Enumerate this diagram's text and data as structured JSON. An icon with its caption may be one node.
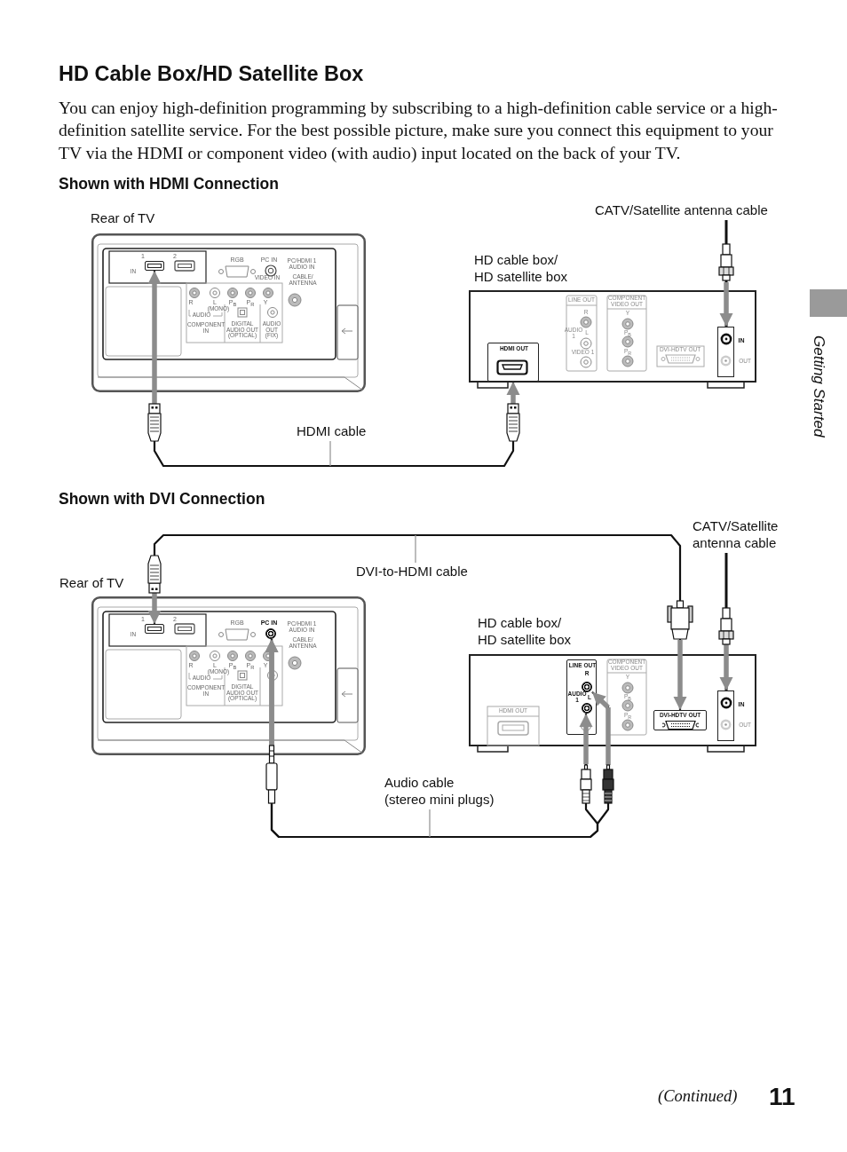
{
  "diagram": {
    "title": "HD Cable Box/HD Satellite Box",
    "nodes": [
      {
        "text": [],
        "shape": "box",
        "beside": [
          "Rear of TV"
        ]
      },
      {
        "text": [],
        "shape": "box",
        "in": 0
      },
      {
        "text": [
          "CATV/Satellite antenna cable"
        ]
      },
      {
        "text": [],
        "shape": "box",
        "beside": [
          "HD cable box/ HD satellite box"
        ]
      },
      {
        "text": [
          "HDMI OUT"
        ],
        "in": 3
      },
      {
        "text": [],
        "shape": "box",
        "in": 3,
        "beside": [
          "IN",
          "OUT"
        ]
      },
      {
        "text": [
          "HDMI cable"
        ]
      },
      {
        "text": [
          "DVI-to-HDMI cable"
        ]
      },
      {
        "text": [
          "CATV/Satellite antenna cable"
        ]
      },
      {
        "text": [],
        "shape": "box",
        "beside": [
          "Rear of TV"
        ]
      },
      {
        "text": [],
        "shape": "box",
        "in": 9
      },
      {
        "text": [],
        "shape": "circle",
        "in": 9,
        "beside": [
          "PC IN"
        ]
      },
      {
        "text": [],
        "shape": "box",
        "beside": [
          "HD cable box/ HD satellite box"
        ]
      },
      {
        "text": [
          "LINE OUT",
          "R",
          "AUDIO 1",
          "L"
        ],
        "in": 12
      },
      {
        "text": [],
        "shape": "circle",
        "in": 13
      },
      {
        "text": [],
        "shape": "circle",
        "in": 13
      },
      {
        "text": [
          "DVI-HDTV OUT"
        ],
        "in": 12
      },
      {
        "text": [],
        "shape": "box",
        "in": 12,
        "beside": [
          "IN",
          "OUT"
        ]
      },
      {
        "text": [
          "Audio cable (stereo mini plugs)"
        ]
      }
    ],
    "edges": [
      {
        "from": 4,
        "to": 1,
        "arrow": "both"
      },
      {
        "from": 2,
        "to": 5,
        "arrow": "to"
      },
      {
        "from": 6,
        "to": null,
        "arrow": "none",
        "color": "#999999"
      },
      {
        "from": 16,
        "to": 10,
        "arrow": "both"
      },
      {
        "from": 7,
        "to": null,
        "arrow": "none",
        "color": "#999999"
      },
      {
        "from": 8,
        "to": 17,
        "arrow": "to"
      },
      {
        "from": 14,
        "to": 11,
        "arrow": "both"
      },
      {
        "from": 15,
        "to": 11,
        "arrow": "both"
      },
      {
        "from": 18,
        "to": null,
        "arrow": "none",
        "color": "#999999"
      }
    ],
    "labels": [
      "You can enjoy high-definition programming by subscribing to a high-definition cable service or a high-definition satellite service. For the best possible picture, make sure you connect this equipment to your TV via the HDMI or component video (with audio) input located on the back of your TV.",
      "Shown with HDMI Connection",
      "1",
      "2",
      "IN",
      "RGB",
      "PC IN",
      "PC/HDMI 1 AUDIO IN",
      "VIDEO IN",
      "CABLE/ ANTENNA",
      "R",
      "L",
      "(MONO)",
      "P$_{B}$",
      "P$_{R}$",
      "Y",
      "AUDIO",
      "COMPONENT IN",
      "DIGITAL AUDIO OUT (OPTICAL)",
      "AUDIO OUT (FIX)",
      "LINE OUT",
      "R",
      "AUDIO 1",
      "L",
      "VIDEO 1",
      "COMPONENT VIDEO OUT",
      "Y",
      "P$_{B}$",
      "P$_{R}$",
      "DVI-HDTV OUT",
      "Shown with DVI Connection",
      "1",
      "2",
      "IN",
      "RGB",
      "PC/HDMI 1 AUDIO IN",
      "CABLE/ ANTENNA",
      "R",
      "L",
      "(MONO)",
      "P$_{B}$",
      "P$_{R}$",
      "Y",
      "AUDIO",
      "COMPONENT IN",
      "DIGITAL AUDIO OUT (OPTICAL)",
      "HDMI OUT",
      "COMPONENT VIDEO OUT",
      "Y",
      "P$_{B}$",
      "P$_{R}$",
      "Getting Started",
      "(Continued)",
      "11"
    ]
  }
}
